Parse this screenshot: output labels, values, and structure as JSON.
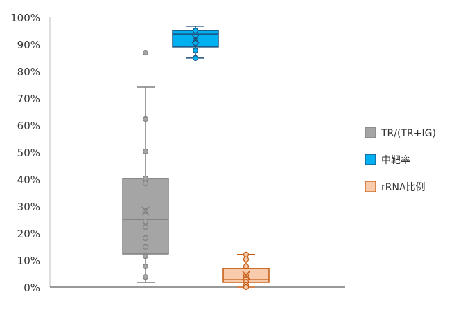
{
  "chart_data": {
    "type": "box",
    "title": "",
    "ylim": [
      0,
      100
    ],
    "yticks": [
      "0%",
      "10%",
      "20%",
      "30%",
      "40%",
      "50%",
      "60%",
      "70%",
      "80%",
      "90%",
      "100%"
    ],
    "legend_position": "right",
    "series": [
      {
        "name": "TR/(TR+IG)",
        "fill": "#a5a5a5",
        "stroke": "#7f7f7f",
        "whisker_low": 1.8,
        "q1": 12.3,
        "median": 25.1,
        "q3": 40.3,
        "whisker_high": 74.1,
        "mean": 28.2,
        "points": [
          86.9,
          62.3,
          50.3,
          40.3,
          38.5,
          28.2,
          24.4,
          22.3,
          18.2,
          14.9,
          11.5,
          7.7,
          3.8
        ]
      },
      {
        "name": "中靶率",
        "fill": "#00b0f0",
        "stroke": "#1f4e79",
        "whisker_low": 84.9,
        "q1": 89,
        "median": 93.8,
        "q3": 95.1,
        "whisker_high": 96.7,
        "mean": 92,
        "points": [
          95.1,
          91.5,
          90.5,
          87.7,
          84.9
        ]
      },
      {
        "name": "rRNA比例",
        "fill": "#f8cbad",
        "stroke": "#c55a11",
        "whisker_low": 0,
        "q1": 1.8,
        "median": 2.8,
        "q3": 6.9,
        "whisker_high": 12.1,
        "mean": 4.4,
        "points": [
          12.1,
          10.3,
          7.7,
          4.4,
          2,
          0.8,
          0
        ]
      }
    ]
  }
}
